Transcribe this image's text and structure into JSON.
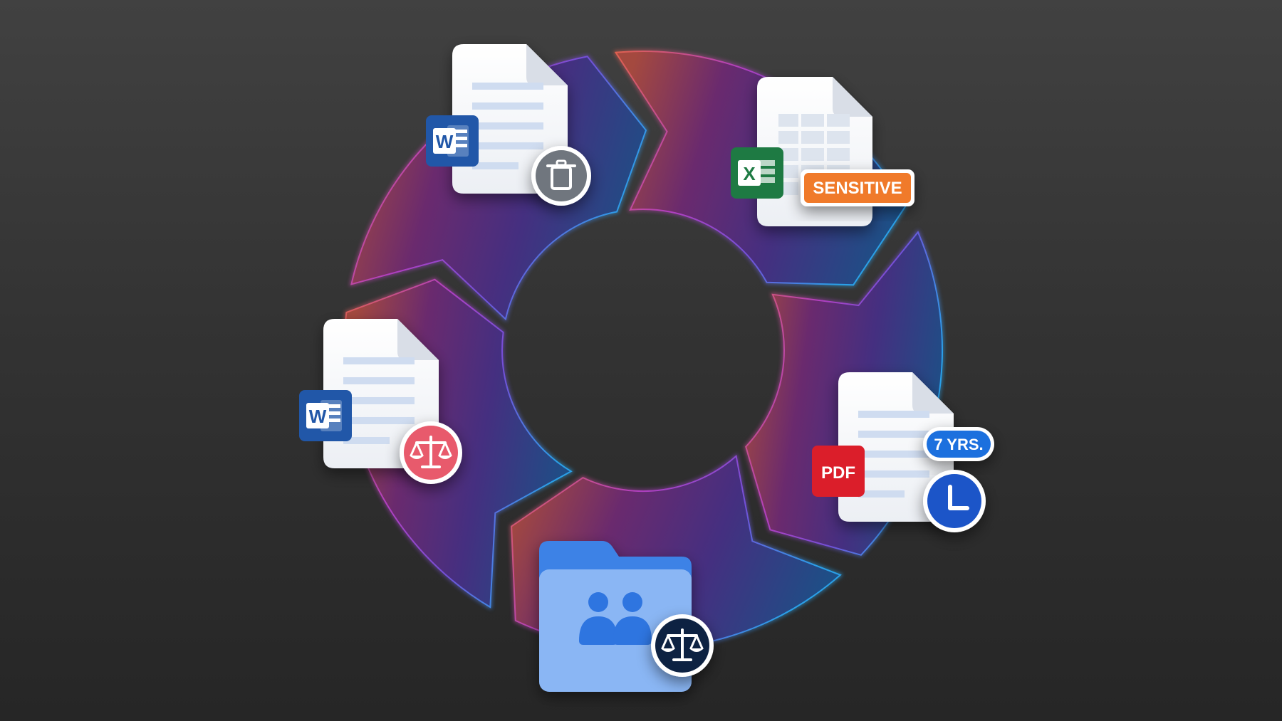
{
  "colors": {
    "background_top": "#414141",
    "background_bottom": "#262626",
    "ring_orange": "#a4493f",
    "ring_magenta": "#6a2a6e",
    "ring_purple": "#452f80",
    "ring_blue": "#1d4f86",
    "sensitive_badge": "#f07a2a",
    "retention_badge": "#1f6fde",
    "pdf_red": "#db1e2a",
    "excel_green": "#1e7a43",
    "word_blue": "#2157a8",
    "legal_hold_pink": "#e85a6c",
    "delete_gray": "#6f767e",
    "folder_blue": "#8ab6f4",
    "legal_navy": "#0f2243"
  },
  "lifecycle_stages": [
    {
      "id": "delete",
      "file_type": "word",
      "file_badge": "W",
      "status_icon": "trash-icon"
    },
    {
      "id": "classify",
      "file_type": "excel",
      "file_badge": "X",
      "label": "SENSITIVE"
    },
    {
      "id": "retain",
      "file_type": "pdf",
      "file_badge": "PDF",
      "label": "7 YRS.",
      "status_icon": "clock-icon"
    },
    {
      "id": "shared-legal",
      "file_type": "folder",
      "status_icon": "scales-icon"
    },
    {
      "id": "legal-hold",
      "file_type": "word",
      "file_badge": "W",
      "status_icon": "scales-icon"
    }
  ]
}
